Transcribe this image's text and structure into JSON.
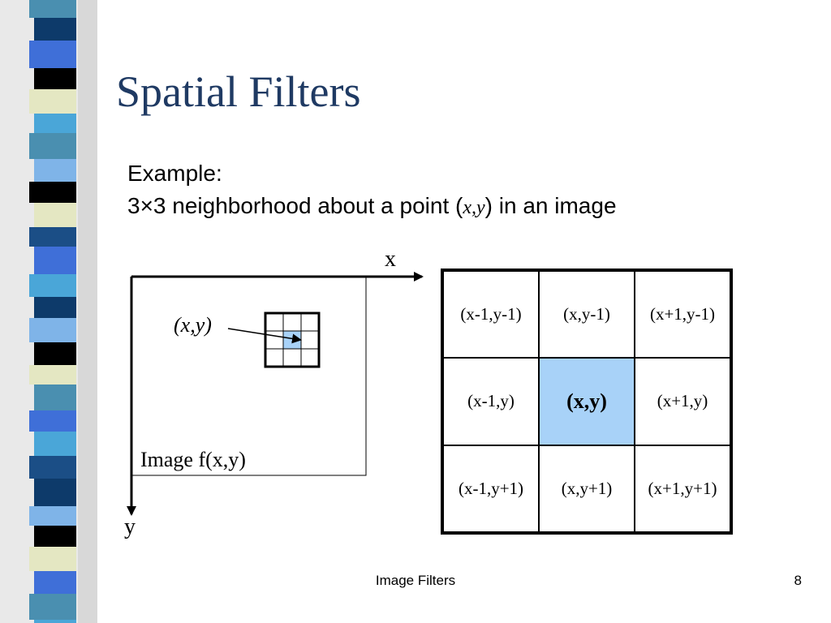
{
  "slide": {
    "title": "Spatial Filters",
    "example_label": "Example:",
    "example_text_pre": "3×3 neighborhood about a point (",
    "example_point": "x,y",
    "example_text_post": ") in an image"
  },
  "diagram": {
    "x_axis_label": "x",
    "y_axis_label": "y",
    "point_label": "(x,y)",
    "image_label": "Image f(x,y)"
  },
  "grid": {
    "cells": [
      [
        "(x-1,y-1)",
        "(x,y-1)",
        "(x+1,y-1)"
      ],
      [
        "(x-1,y)",
        "(x,y)",
        "(x+1,y)"
      ],
      [
        "(x-1,y+1)",
        "(x,y+1)",
        "(x+1,y+1)"
      ]
    ],
    "highlight_color": "#a8d2f8"
  },
  "footer": {
    "center_text": "Image Filters",
    "page_number": "8"
  },
  "colors": {
    "title": "#1f3a63"
  }
}
